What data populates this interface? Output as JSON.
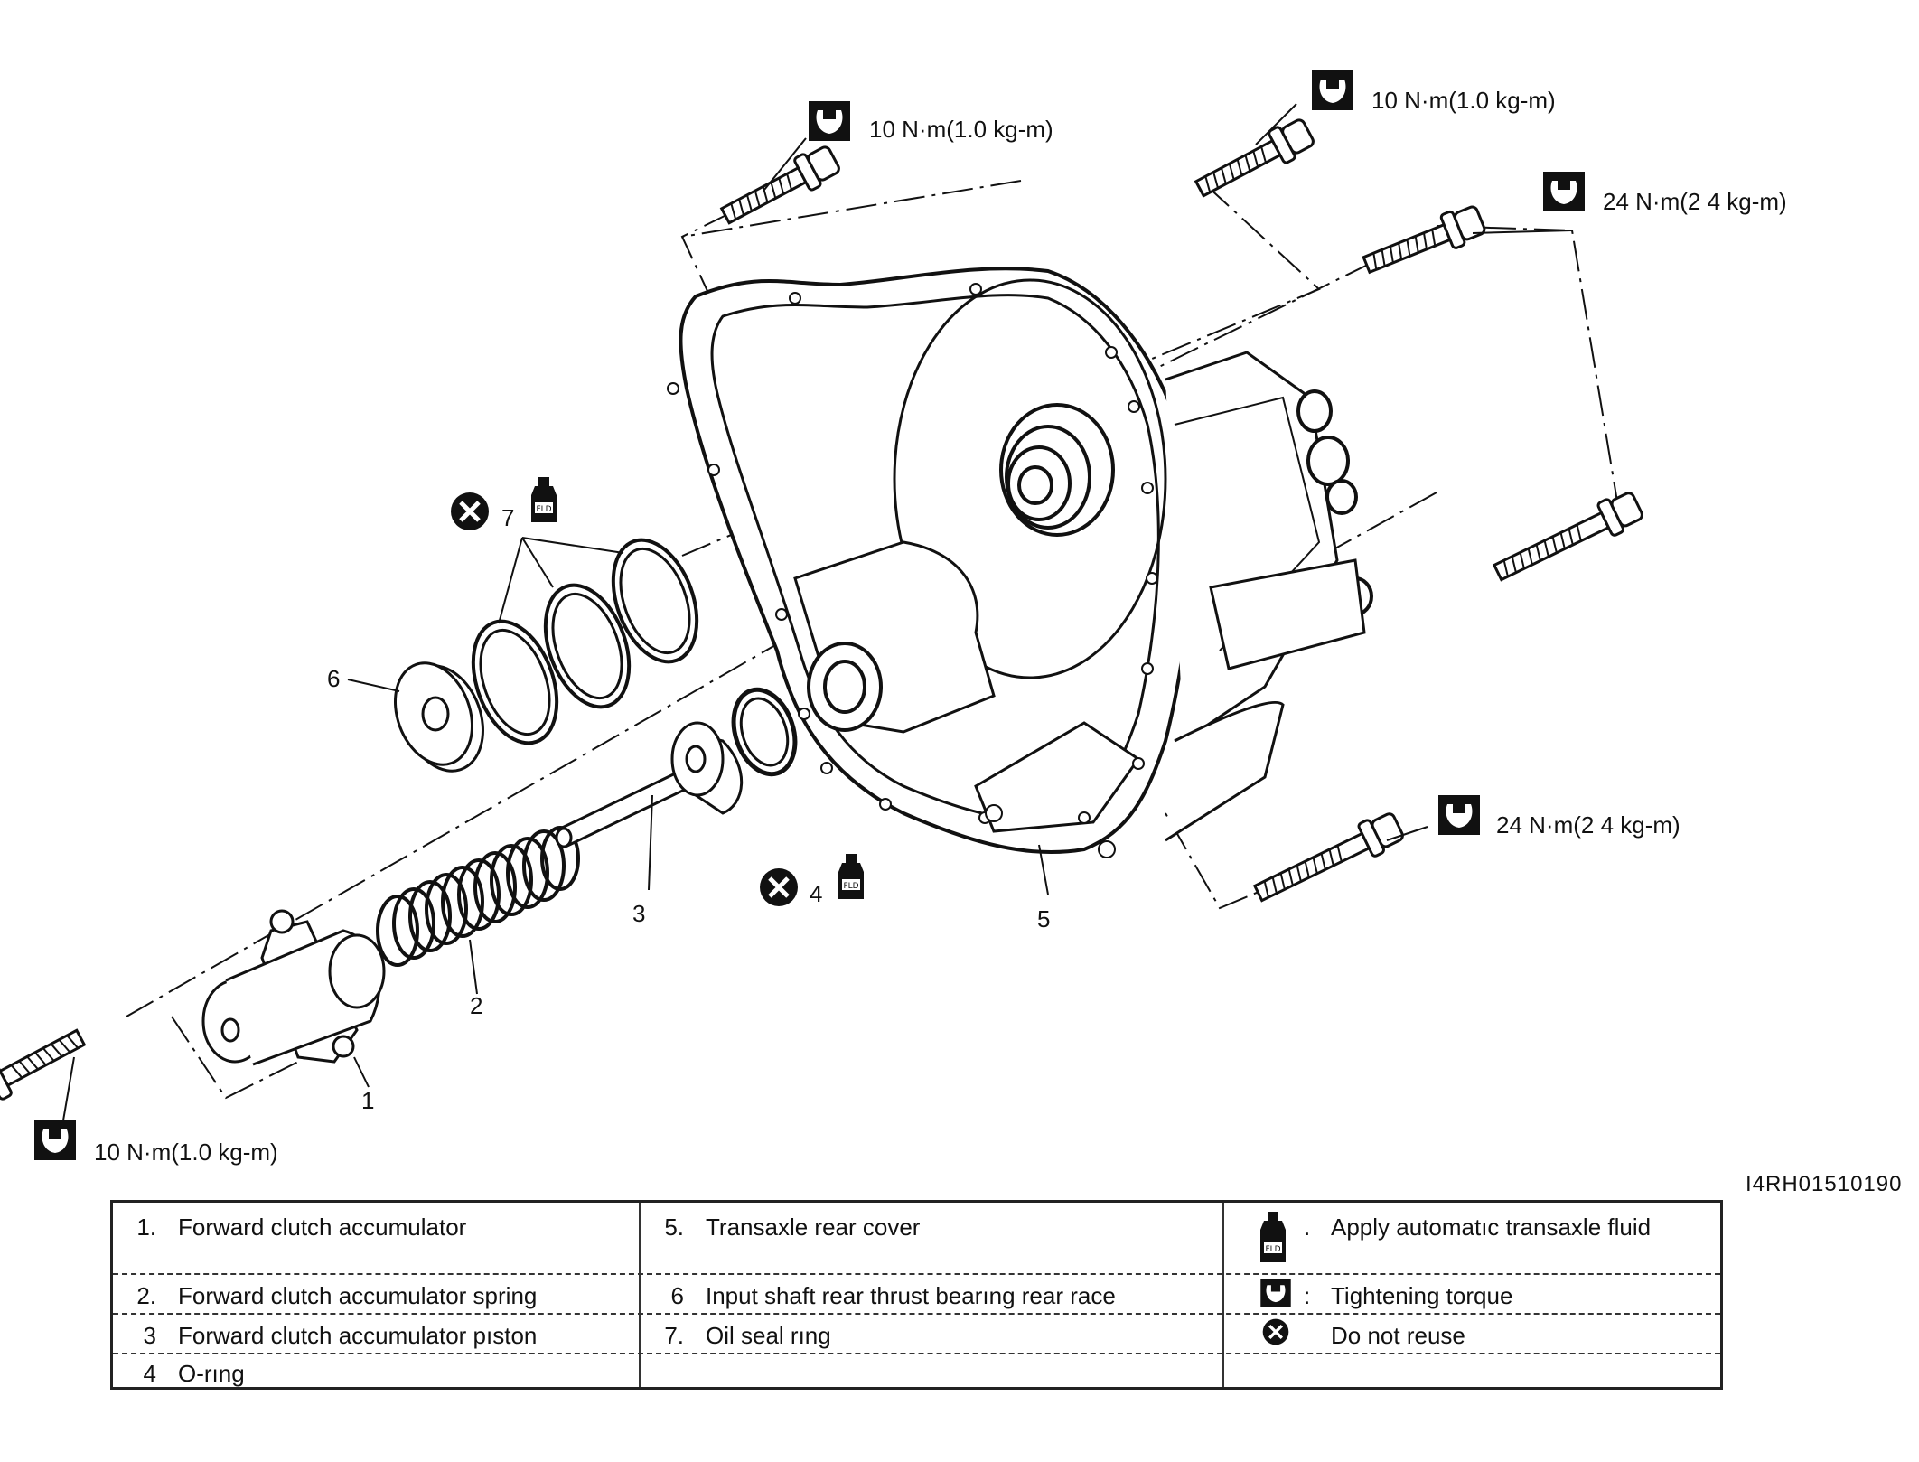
{
  "diagram": {
    "callouts": {
      "torque_top_left": "10 N·m(1.0 kg-m)",
      "torque_top_center": "10 N·m(1.0 kg-m)",
      "torque_right_upper": "24 N·m(2 4 kg-m)",
      "torque_right_lower": "24 N·m(2 4 kg-m)",
      "torque_bottom_left": "10 N·m(1.0 kg-m)"
    },
    "part_numbers": {
      "p1": "1",
      "p2": "2",
      "p3": "3",
      "p4": "4",
      "p5": "5",
      "p6": "6",
      "p7": "7"
    },
    "figure_code": "I4RH01510190",
    "icons": [
      "torque-wrench-icon",
      "do-not-reuse-icon",
      "fluid-bottle-icon"
    ]
  },
  "legend": {
    "col1": [
      {
        "num": "1.",
        "text": "Forward clutch accumulator"
      },
      {
        "num": "2.",
        "text": "Forward clutch accumulator spring"
      },
      {
        "num": "3",
        "text": "Forward clutch accumulator pıston"
      },
      {
        "num": "4",
        "text": "O-rıng"
      }
    ],
    "col2": [
      {
        "num": "5.",
        "text": "Transaxle rear cover"
      },
      {
        "num": "6",
        "text": "Input shaft rear thrust bearıng rear race"
      },
      {
        "num": "7.",
        "text": "Oil seal rıng"
      }
    ],
    "col3": [
      {
        "sep": ".",
        "text": "Apply automatıc transaxle fluid"
      },
      {
        "sep": ":",
        "text": "Tightening torque"
      },
      {
        "sep": "",
        "text": "Do not reuse"
      }
    ]
  },
  "colors": {
    "ink": "#111111",
    "paper": "#ffffff"
  }
}
